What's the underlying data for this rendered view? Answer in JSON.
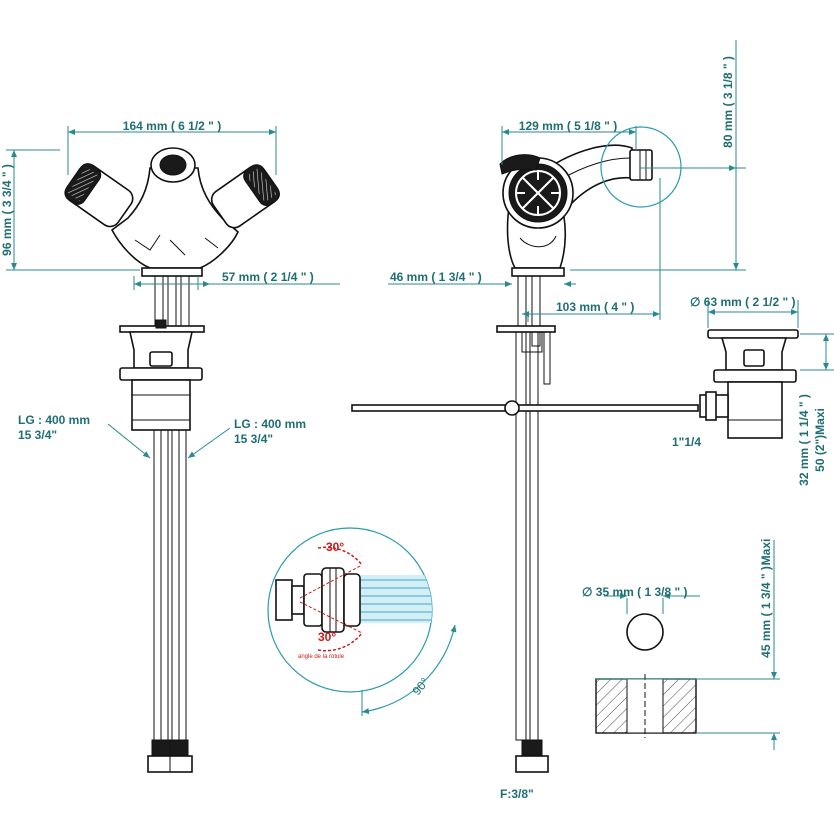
{
  "colors": {
    "dimension": "#1f6e74",
    "outline": "#111111",
    "angle": "#cc1a1a",
    "detail_circle": "#2a9bb0"
  },
  "front_view": {
    "width_label": "164 mm ( 6 1/2 \" )",
    "height_label": "96 mm ( 3 3/4 \" )",
    "spout_label": "57 mm ( 2 1/4 \" )",
    "hose_left_line1": "LG : 400 mm",
    "hose_left_line2": "15 3/4\"",
    "hose_right_line1": "LG : 400 mm",
    "hose_right_line2": "15 3/4\""
  },
  "side_view": {
    "depth_label": "129 mm ( 5 1/8 \" )",
    "height_label": "80 mm ( 3 1/8 \" )",
    "base_label": "46 mm ( 1 3/4 \" )",
    "reach_label": "103 mm ( 4 \" )",
    "thread_label": "F:3/8\""
  },
  "waste_view": {
    "diameter_label": "∅ 63 mm ( 2 1/2 \" )",
    "tail_label": "1\"1/4",
    "height_label_line1": "32 mm ( 1 1/4 \" )",
    "height_label_line2": "50 (2\")Maxi"
  },
  "hole_view": {
    "diameter_label": "∅ 35 mm ( 1 3/8 \" )",
    "thickness_label_line1": "45 mm ( 1 3/4 \" )",
    "thickness_label_line2": "Maxi"
  },
  "detail_view": {
    "angle_top": "30°",
    "angle_bottom": "30°",
    "caption": "angle de la rotule",
    "rotation": "90°"
  }
}
